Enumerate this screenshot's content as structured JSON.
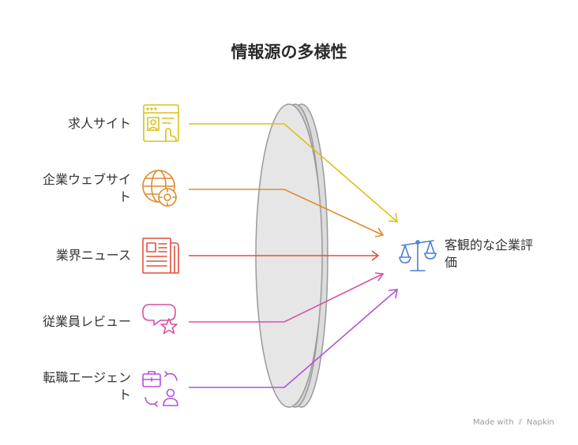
{
  "title": "情報源の多様性",
  "sources": [
    {
      "label_lines": [
        "求人サイト"
      ],
      "color": "#d9c21a",
      "icon": "job-site-icon"
    },
    {
      "label_lines": [
        "企業ウェブサイ",
        "ト"
      ],
      "color": "#e08a2c",
      "icon": "globe-gear-icon"
    },
    {
      "label_lines": [
        "業界ニュース"
      ],
      "color": "#e0503e",
      "icon": "newspaper-icon"
    },
    {
      "label_lines": [
        "従業員レビュー"
      ],
      "color": "#d94fa6",
      "icon": "chat-star-icon"
    },
    {
      "label_lines": [
        "転職エージェン",
        "ト"
      ],
      "color": "#b452d9",
      "icon": "briefcase-person-icon"
    }
  ],
  "output": {
    "label_lines": [
      "客観的な企業評",
      "価"
    ],
    "color": "#4a7fd4",
    "icon": "balance-scale-icon"
  },
  "lens_color": "#d9d9d9",
  "watermark": {
    "prefix": "Made with",
    "brand": "Napkin"
  }
}
